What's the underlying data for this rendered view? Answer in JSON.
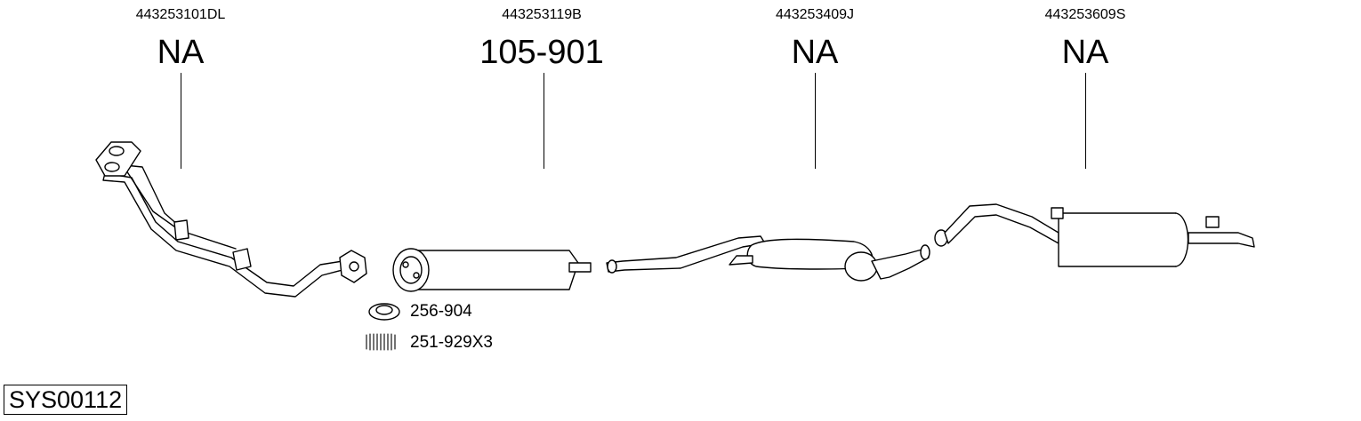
{
  "sections": [
    {
      "oe_number": "443253101DL",
      "part_number": "NA"
    },
    {
      "oe_number": "443253119B",
      "part_number": "105-901"
    },
    {
      "oe_number": "443253409J",
      "part_number": "NA"
    },
    {
      "oe_number": "443253609S",
      "part_number": "NA"
    }
  ],
  "accessories": [
    {
      "label": "256-904",
      "icon": "gasket-ring-icon"
    },
    {
      "label": "251-929X3",
      "icon": "spring-icon"
    }
  ],
  "system_id": "SYS00112"
}
